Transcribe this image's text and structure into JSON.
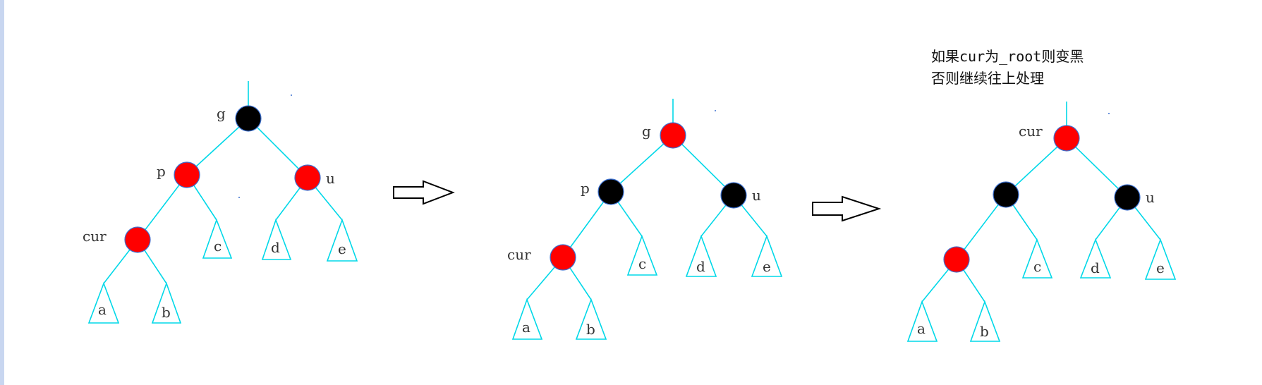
{
  "colors": {
    "edge": "#00d8e8",
    "red_node": "#ff0000",
    "black_node": "#000000",
    "node_stroke": "#3a6fd0"
  },
  "trees": [
    {
      "name": "before",
      "labels": {
        "g": "g",
        "p": "p",
        "u": "u",
        "cur": "cur"
      },
      "node_colors": {
        "g": "black",
        "p": "red",
        "u": "red",
        "cur": "red"
      },
      "leaves": {
        "a": "a",
        "b": "b",
        "c": "c",
        "d": "d",
        "e": "e"
      }
    },
    {
      "name": "recolored",
      "labels": {
        "g": "g",
        "p": "p",
        "u": "u",
        "cur": "cur"
      },
      "node_colors": {
        "g": "red",
        "p": "black",
        "u": "black",
        "cur": "red"
      },
      "leaves": {
        "a": "a",
        "b": "b",
        "c": "c",
        "d": "d",
        "e": "e"
      }
    },
    {
      "name": "continue-up",
      "labels": {
        "g": "cur",
        "p": "",
        "u": "u",
        "cur": ""
      },
      "node_colors": {
        "g": "red",
        "p": "black",
        "u": "black",
        "cur": "red"
      },
      "leaves": {
        "a": "a",
        "b": "b",
        "c": "c",
        "d": "d",
        "e": "e"
      }
    }
  ],
  "note": {
    "line1": "如果cur为_root则变黑",
    "line2": "否则继续往上处理"
  },
  "arrows": [
    "right-arrow",
    "right-arrow"
  ]
}
